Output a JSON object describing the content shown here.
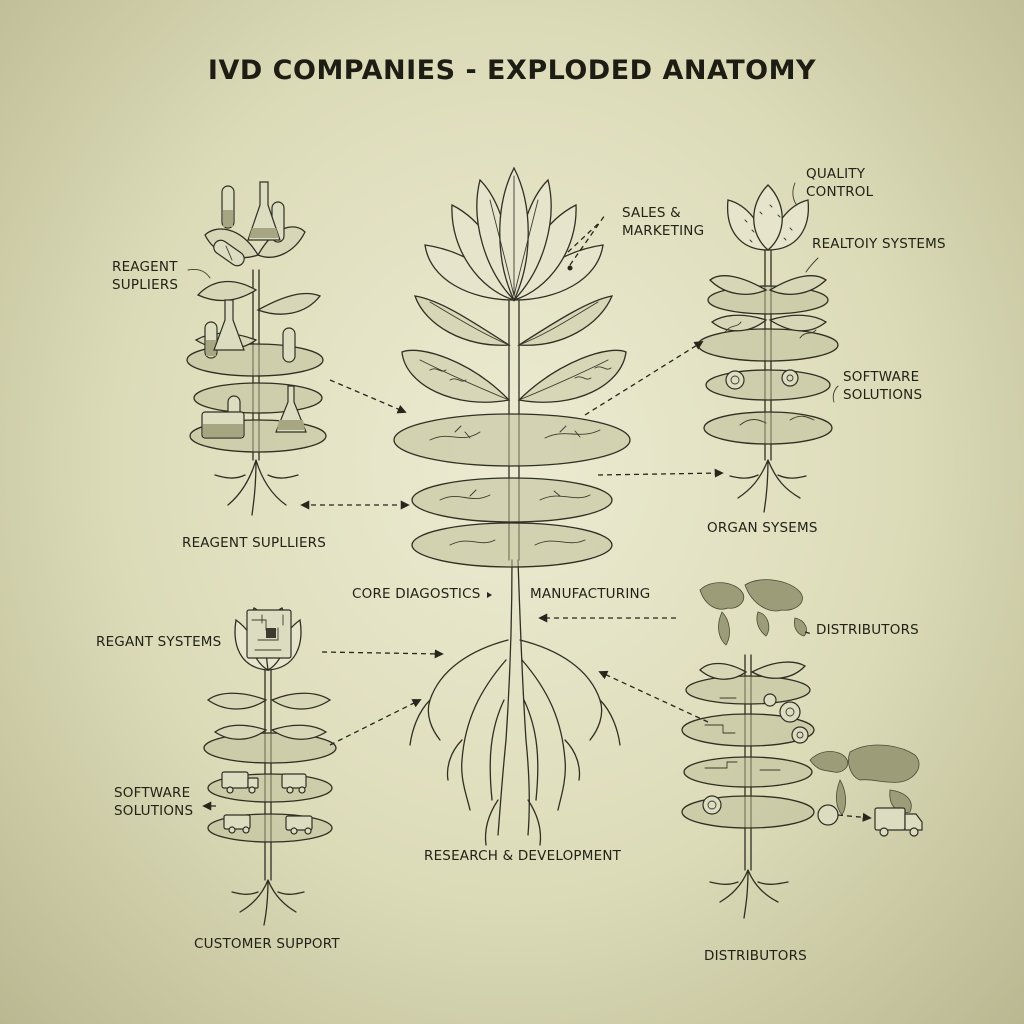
{
  "title": "IVD COMPANIES - EXPLODED ANATOMY",
  "labels": {
    "reagent_suppliers_top": "REAGENT SUPLIERS",
    "reagent_suppliers_bottom": "REAGENT SUPLLIERS",
    "sales_marketing": "SALES & MARKETING",
    "quality_control": "QUALITY CONTROL",
    "realtory_systems": "REALTOIY SYSTEMS",
    "software_solutions_right": "SOFTWARE SOLUTIONS",
    "organ_systems": "ORGAN SYSEMS",
    "core_diagnostics": "CORE DIAGOSTICS",
    "manufacturing": "MANUFACTURING",
    "distributors_top": "DISTRIBUTORS",
    "regant_systems": "REGANT SYSTEMS",
    "software_solutions_left": "SOFTWARE SOLUTIONS",
    "research_development": "RESEARCH & DEVELOPMENT",
    "customer_support": "CUSTOMER SUPPORT",
    "distributors_bottom": "DISTRIBUTORS"
  },
  "colors": {
    "background": "#e4e3c6",
    "ink": "#2f2f24",
    "disc_fill": "#bfbf9a"
  },
  "icons": [
    "test-tube-icon",
    "flask-icon",
    "pill-icon",
    "circuit-board-icon",
    "delivery-truck-icon",
    "gear-icon",
    "world-map-icon"
  ]
}
